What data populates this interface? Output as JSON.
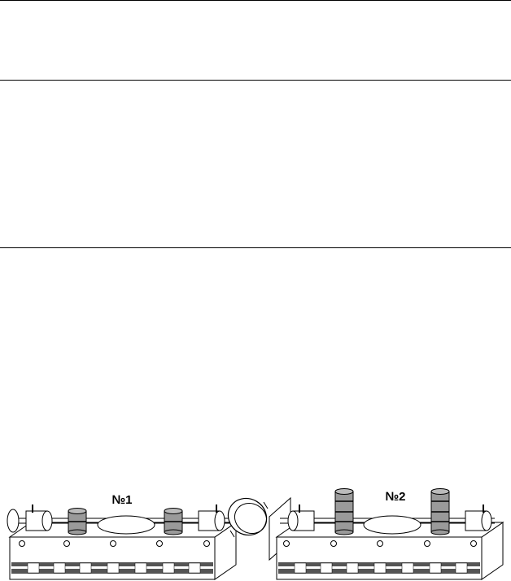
{
  "page": {
    "rules": 3
  },
  "figure": {
    "setups": [
      {
        "label": "№1",
        "weight_stacks": [
          2,
          2
        ]
      },
      {
        "label": "№2",
        "weight_stacks": [
          4,
          4
        ]
      }
    ],
    "colors": {
      "stroke": "#000000",
      "weight_fill": "#9a9a9a",
      "rail_dark": "#555555",
      "background": "#ffffff"
    }
  }
}
